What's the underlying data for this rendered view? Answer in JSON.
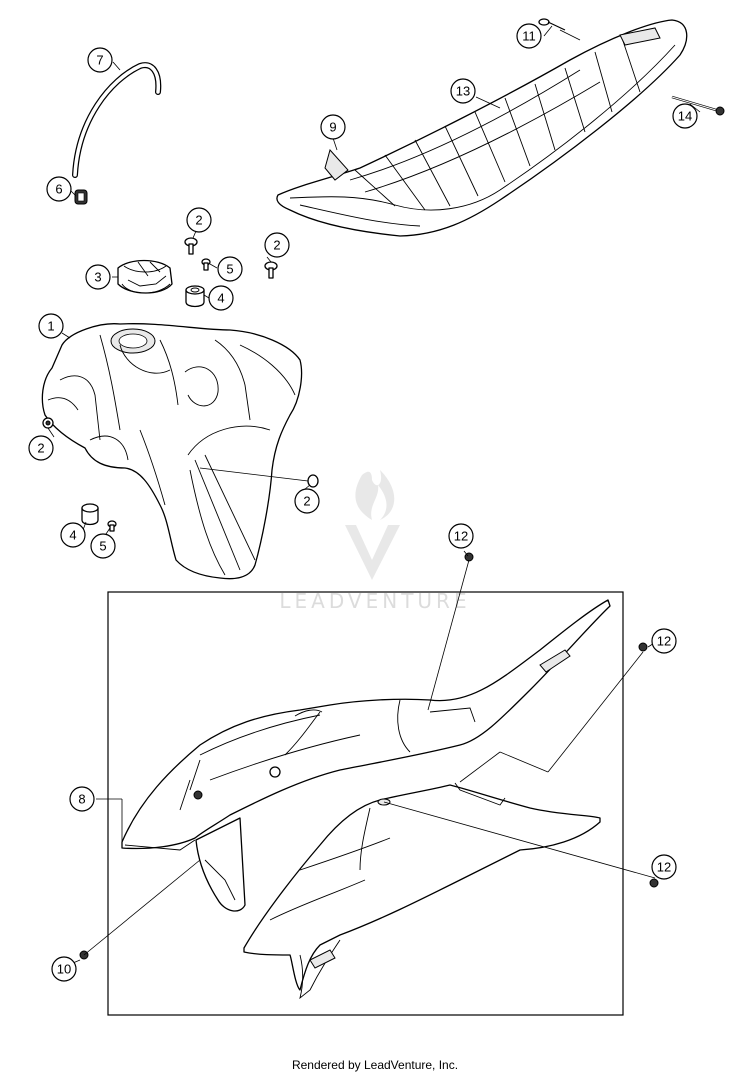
{
  "callouts": [
    {
      "id": "c1",
      "label": "1"
    },
    {
      "id": "c2a",
      "label": "2"
    },
    {
      "id": "c2b",
      "label": "2"
    },
    {
      "id": "c2c",
      "label": "2"
    },
    {
      "id": "c2d",
      "label": "2"
    },
    {
      "id": "c3",
      "label": "3"
    },
    {
      "id": "c4a",
      "label": "4"
    },
    {
      "id": "c4b",
      "label": "4"
    },
    {
      "id": "c5a",
      "label": "5"
    },
    {
      "id": "c5b",
      "label": "5"
    },
    {
      "id": "c6",
      "label": "6"
    },
    {
      "id": "c7",
      "label": "7"
    },
    {
      "id": "c8",
      "label": "8"
    },
    {
      "id": "c9",
      "label": "9"
    },
    {
      "id": "c10",
      "label": "10"
    },
    {
      "id": "c11",
      "label": "11"
    },
    {
      "id": "c12a",
      "label": "12"
    },
    {
      "id": "c12b",
      "label": "12"
    },
    {
      "id": "c12c",
      "label": "12"
    },
    {
      "id": "c13",
      "label": "13"
    },
    {
      "id": "c14",
      "label": "14"
    }
  ],
  "watermark": {
    "text": "LEADVENTURE"
  },
  "footer": {
    "text": "Rendered by LeadVenture, Inc."
  }
}
